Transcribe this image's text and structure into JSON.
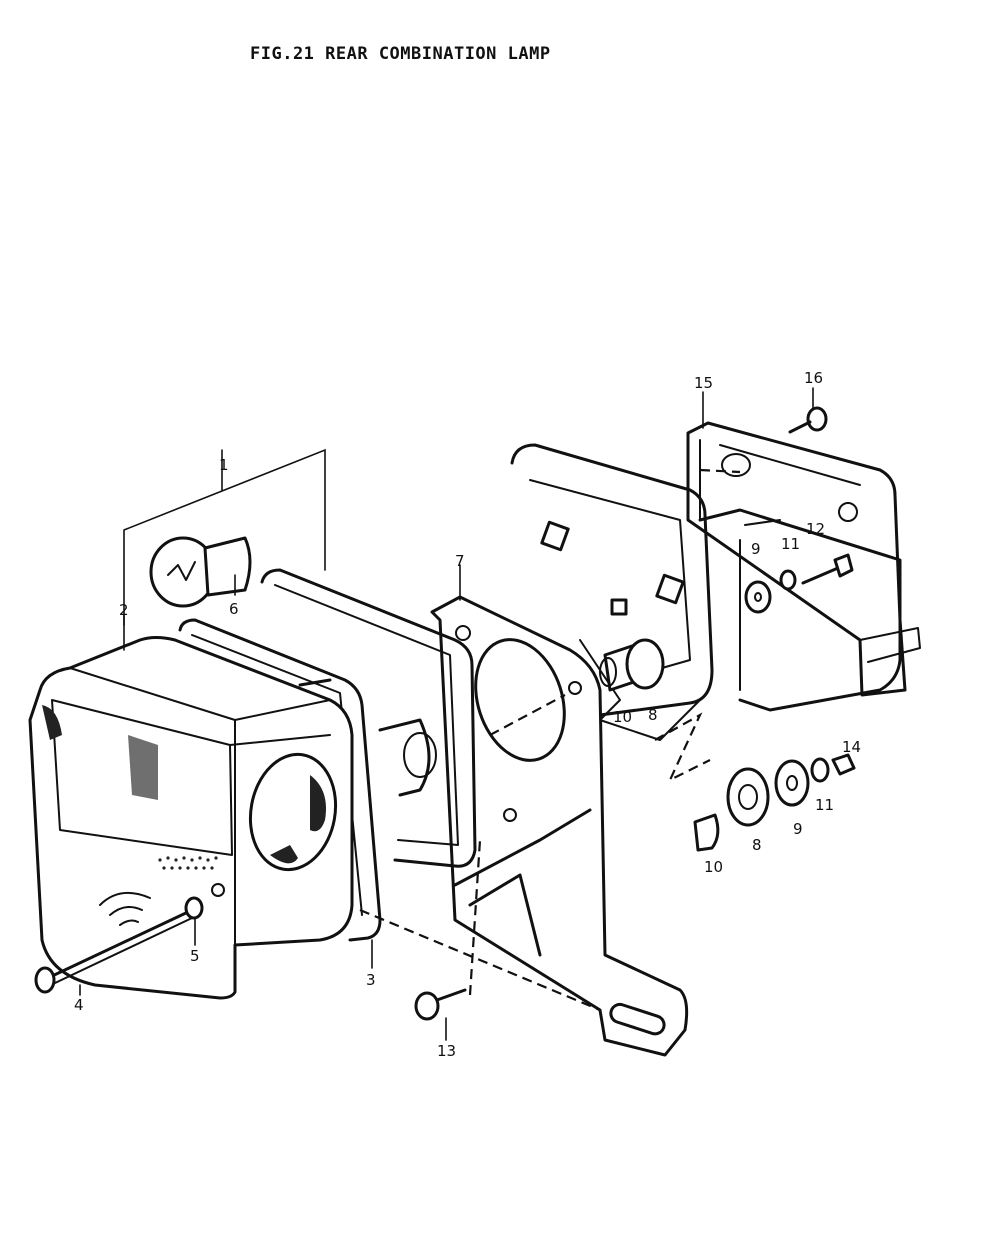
{
  "figure": {
    "title": "FIG.21  REAR COMBINATION LAMP"
  },
  "parts": [
    {
      "id": "lamp-assembly",
      "label": "1"
    },
    {
      "id": "lens-housing",
      "label": "2"
    },
    {
      "id": "gasket",
      "label": "3"
    },
    {
      "id": "lens-screw",
      "label": "4"
    },
    {
      "id": "lens-nut",
      "label": "5"
    },
    {
      "id": "bulb",
      "label": "6"
    },
    {
      "id": "bracket",
      "label": "7"
    },
    {
      "id": "cushion-left",
      "label": "8"
    },
    {
      "id": "cushion-right",
      "label": "8"
    },
    {
      "id": "washer-upper",
      "label": "9"
    },
    {
      "id": "washer-lower",
      "label": "9"
    },
    {
      "id": "spacer-left",
      "label": "10"
    },
    {
      "id": "spacer-right",
      "label": "10"
    },
    {
      "id": "lock-washer-upper",
      "label": "11"
    },
    {
      "id": "lock-washer-lower",
      "label": "11"
    },
    {
      "id": "bolt",
      "label": "12"
    },
    {
      "id": "bracket-screw",
      "label": "13"
    },
    {
      "id": "nut",
      "label": "14"
    },
    {
      "id": "lamp-cover",
      "label": "15"
    },
    {
      "id": "cover-screw",
      "label": "16"
    }
  ]
}
